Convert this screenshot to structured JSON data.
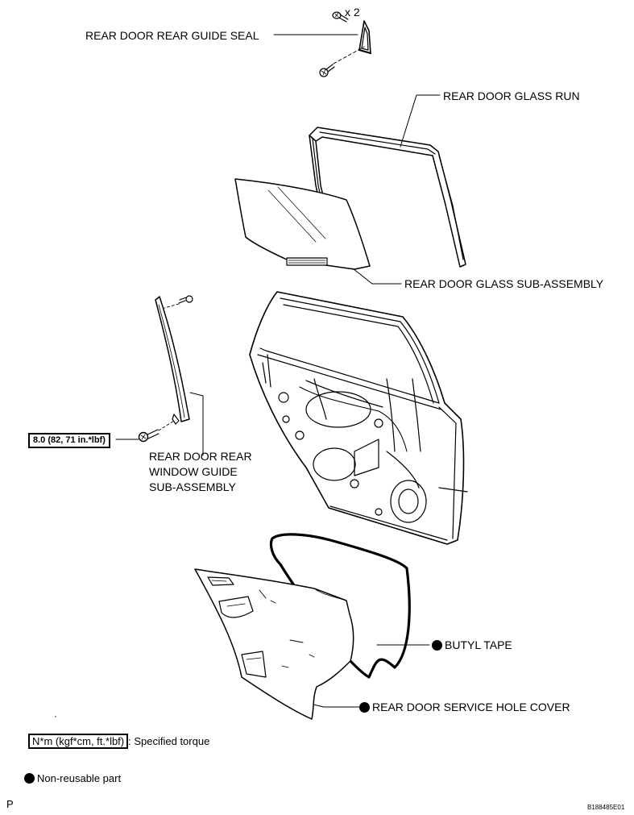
{
  "callouts": {
    "count_x2": "x 2",
    "guide_seal": "REAR DOOR REAR GUIDE SEAL",
    "glass_run": "REAR DOOR GLASS RUN",
    "glass_sub_assembly": "REAR DOOR GLASS SUB-ASSEMBLY",
    "window_guide_line1": "REAR DOOR REAR",
    "window_guide_line2": "WINDOW GUIDE",
    "window_guide_line3": "SUB-ASSEMBLY",
    "butyl_tape": "BUTYL TAPE",
    "service_hole_cover": "REAR DOOR SERVICE HOLE COVER"
  },
  "torque": {
    "value": "8.0 (82, 71 in.*lbf)"
  },
  "legend": {
    "torque_units": "N*m (kgf*cm, ft.*lbf)",
    "torque_desc": ": Specified torque",
    "non_reusable": "Non-reusable part"
  },
  "footer": {
    "corner_letter": "P",
    "figure_id": "B188485E01"
  },
  "icons": {
    "non_reusable_marker": "filled-circle-icon"
  },
  "colors": {
    "ink": "#000000",
    "paper": "#ffffff"
  }
}
